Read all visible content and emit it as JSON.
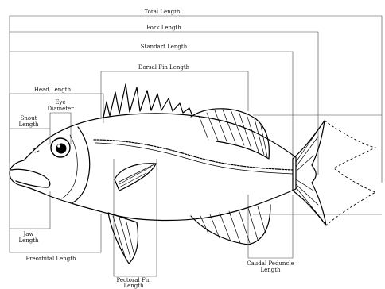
{
  "labels": {
    "total_length": "Total Length",
    "fork_length": "Fork Length",
    "standard_length": "Standart Length",
    "dorsal_fin_length": "Dorsal Fin Length",
    "head_length": "Head Length",
    "eye_diameter_line1": "Eye",
    "eye_diameter_line2": "Diameter",
    "snout_length_line1": "Snout",
    "snout_length_line2": "Length",
    "jaw_length_line1": "Jaw",
    "jaw_length_line2": "Length",
    "preorbital_length": "Preorbital Length",
    "pectoral_fin_length_line1": "Pectoral Fin",
    "pectoral_fin_length_line2": "Length",
    "caudal_peduncle_line1": "Caudal Peduncle",
    "caudal_peduncle_line2": "Length"
  }
}
